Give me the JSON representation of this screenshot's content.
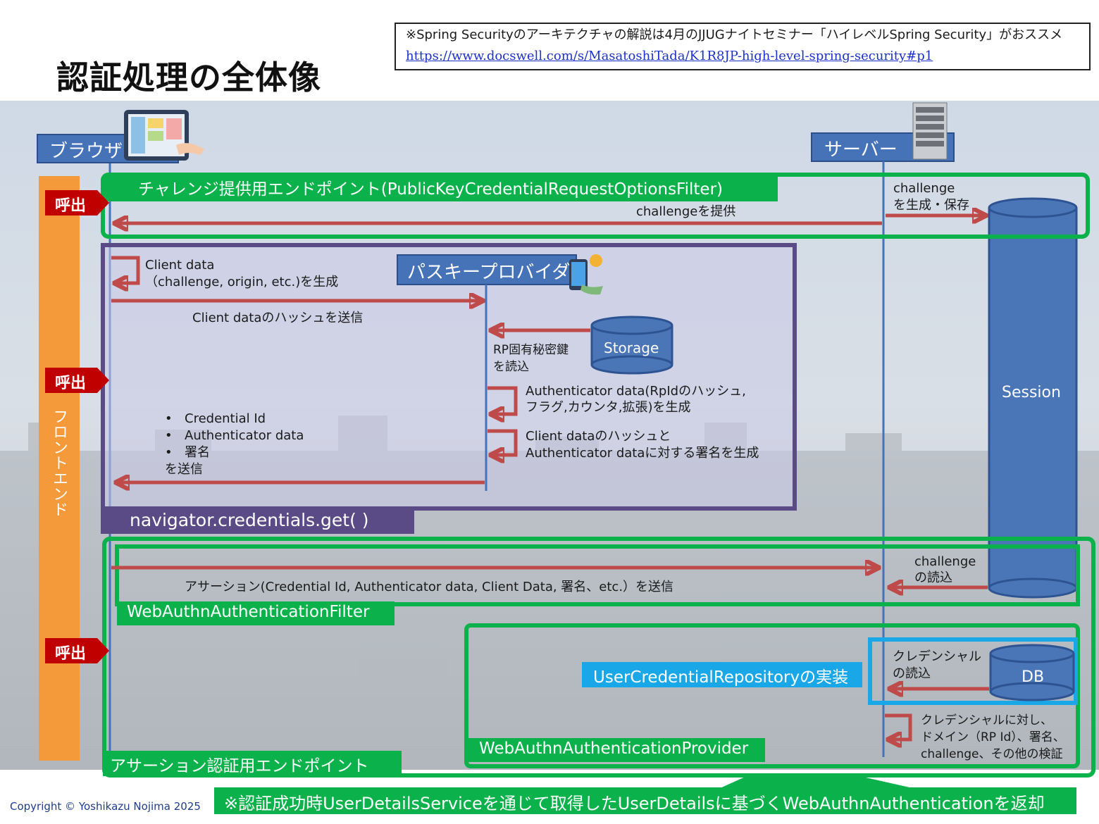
{
  "title": "認証処理の全体像",
  "note": {
    "text": "※Spring Securityのアーキテクチャの解説は4月のJJUGナイトセミナー「ハイレベルSpring Security」がおススメ",
    "link": "https://www.docswell.com/s/MasatoshiTada/K1R8JP-high-level-spring-security#p1"
  },
  "lanes": {
    "browser": "ブラウザ",
    "server": "サーバー",
    "passkey_provider": "パスキープロバイダ",
    "frontend": "フロントエンド"
  },
  "badges": [
    "呼出",
    "呼出",
    "呼出"
  ],
  "sections": {
    "challenge_endpoint": "チャレンジ提供用エンドポイント(PublicKeyCredentialRequestOptionsFilter)",
    "navigator": "navigator.credentials.get( )",
    "webauthn_filter": "WebAuthnAuthenticationFilter",
    "assertion_endpoint": "アサーション認証用エンドポイント",
    "provider": "WebAuthnAuthenticationProvider",
    "repository": "UserCredentialRepositoryの実装"
  },
  "stores": {
    "session": "Session",
    "storage": "Storage",
    "db": "DB"
  },
  "messages": {
    "challenge_create_1": "challenge",
    "challenge_create_2": "を生成・保存",
    "challenge_provide": "challengeを提供",
    "client_data_1": "Client data",
    "client_data_2": "（challenge, origin, etc.)を生成",
    "client_hash": "Client dataのハッシュを送信",
    "rp_key_1": "RP固有秘密鍵",
    "rp_key_2": "を読込",
    "auth_data_1": "Authenticator data(RpIdのハッシュ,",
    "auth_data_2": "フラグ,カウンタ,拡張)を生成",
    "sign_1": "Client dataのハッシュと",
    "sign_2": "Authenticator dataに対する署名を生成",
    "send_items": [
      "Credential Id",
      "Authenticator data",
      "署名"
    ],
    "send_suffix": "を送信",
    "assertion": "アサーション(Credential Id, Authenticator data, Client Data, 署名、etc.）を送信",
    "challenge_read_1": "challenge",
    "challenge_read_2": "の読込",
    "cred_read_1": "クレデンシャル",
    "cred_read_2": "の読込",
    "verify_1": "クレデンシャルに対し、",
    "verify_2": "ドメイン（RP Id）、署名、",
    "verify_3": "challenge、その他の検証"
  },
  "footer": "※認証成功時UserDetailsServiceを通じて取得したUserDetailsに基づくWebAuthnAuthenticationを返却",
  "copyright": "Copyright © Yoshikazu Nojima 2025",
  "colors": {
    "lane_blue": "#4673b8",
    "green": "#0bb14a",
    "purple": "#5a4a86",
    "red_arrow": "#bf4a4a",
    "orange": "#f59a3b",
    "badge_red": "#c00000",
    "cyan": "#1aa7e8"
  }
}
